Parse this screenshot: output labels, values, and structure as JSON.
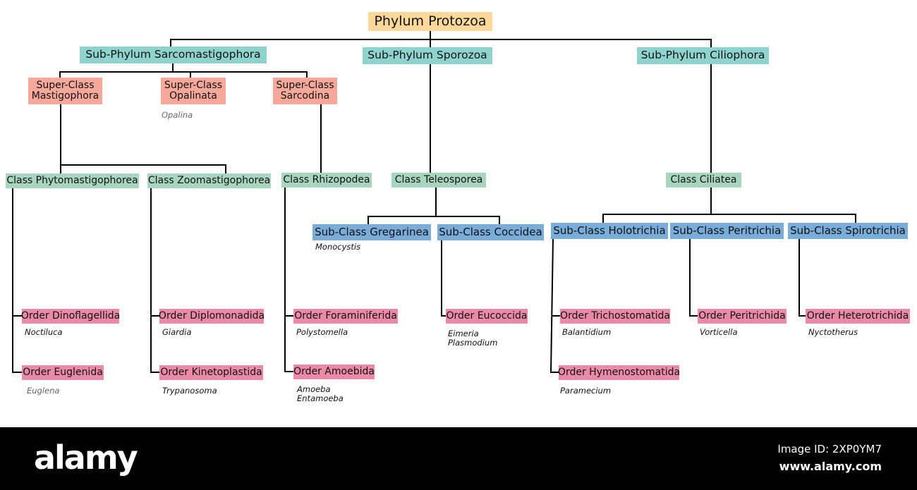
{
  "colors": {
    "phylum": "#fcd89a",
    "subphylum": "#8ed3ce",
    "superclass": "#f6a99b",
    "class": "#a8d5bf",
    "subclass": "#7aacd9",
    "order": "#eb8aa6",
    "line": "#000000",
    "footer_bg": "#000000"
  },
  "nodes": {
    "phylum": "Phylum Protozoa",
    "sp_sarco": "Sub-Phylum Sarcomastigophora",
    "sp_sporo": "Sub-Phylum Sporozoa",
    "sp_cilio": "Sub-Phylum Ciliophora",
    "sc_mastig": "Super-Class\nMastigophora",
    "sc_opal": "Super-Class\nOpalinata",
    "sc_sarcod": "Super-Class\nSarcodina",
    "c_phyto": "Class Phytomastigophorea",
    "c_zoo": "Class Zoomastigophorea",
    "c_rhizo": "Class Rhizopodea",
    "c_teleo": "Class Teleosporea",
    "c_cil": "Class Ciliatea",
    "sub_greg": "Sub-Class Gregarinea",
    "sub_cocc": "Sub-Class Coccidea",
    "sub_holo": "Sub-Class Holotrichia",
    "sub_peri": "Sub-Class Peritrichia",
    "sub_spiro": "Sub-Class Spirotrichia",
    "o_dino": "Order Dinoflagellida",
    "o_eugl": "Order Euglenida",
    "o_diplo": "Order Diplomonadida",
    "o_kineto": "Order Kinetoplastida",
    "o_foram": "Order Foraminiferida",
    "o_amoe": "Order Amoebida",
    "o_euco": "Order Eucoccida",
    "o_tricho": "Order Trichostomatida",
    "o_hymeno": "Order Hymenostomatida",
    "o_perit": "Order Peritrichida",
    "o_hetero": "Order Heterotrichida"
  },
  "examples": {
    "opalina": "Opalina",
    "monocystis": "Monocystis",
    "noctiluca": "Noctiluca",
    "euglena": "Euglena",
    "giardia": "Giardia",
    "trypanosoma": "Trypanosoma",
    "polystomella": "Polystomella",
    "amoeba": "Amoeba\nEntamoeba",
    "eimeria": "Eimeria\nPlasmodium",
    "balantidium": "Balantidium",
    "paramecium": "Paramecium",
    "vorticella": "Vorticella",
    "nyctotherus": "Nyctotherus"
  },
  "footer": {
    "logo": "alamy",
    "image_id": "Image ID: 2XP0YM7",
    "url": "www.alamy.com"
  }
}
